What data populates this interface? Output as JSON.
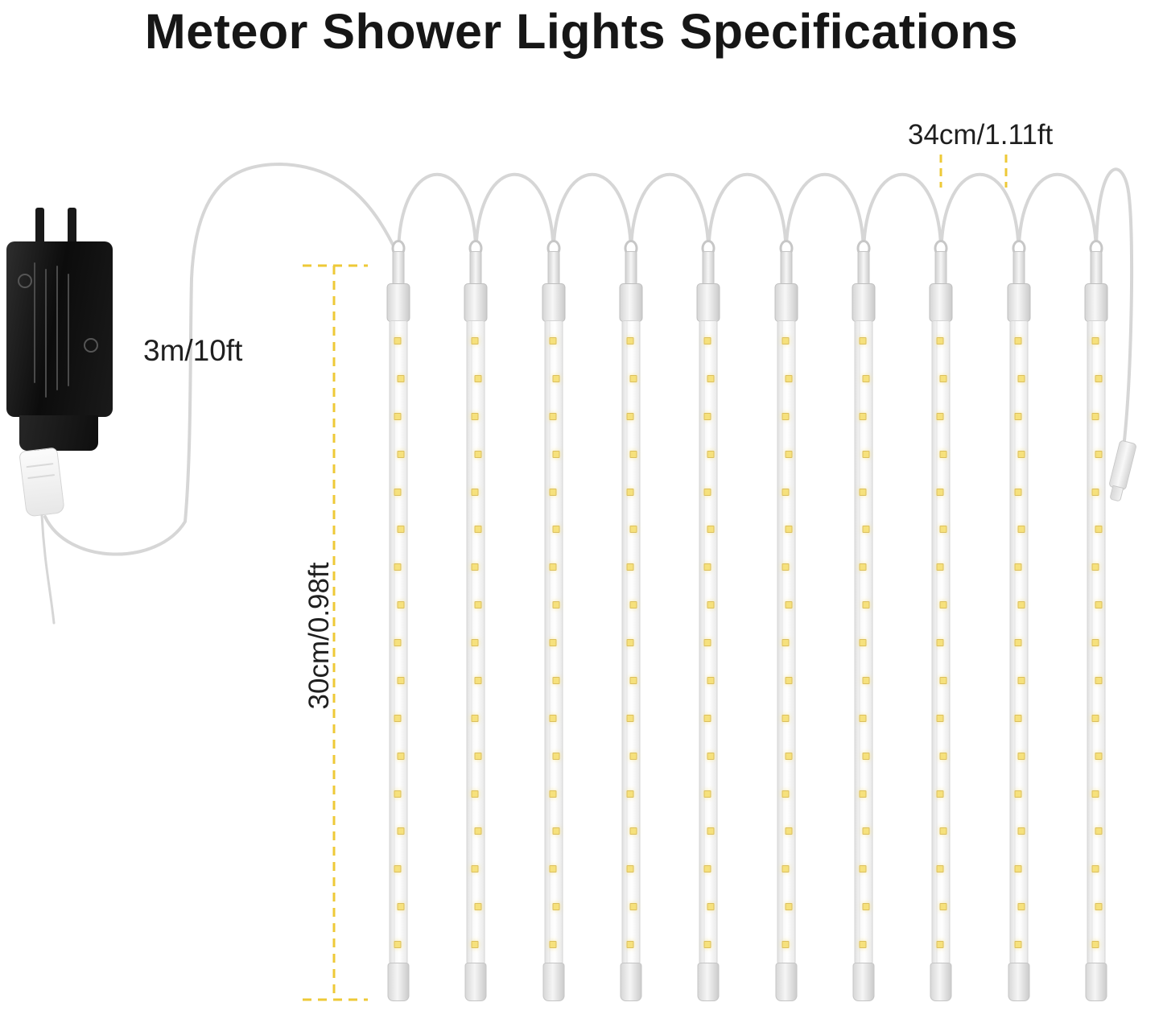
{
  "title": "Meteor Shower Lights Specifications",
  "measurements": {
    "cord_length": "3m/10ft",
    "tube_length": "30cm/0.98ft",
    "tube_spacing": "34cm/1.11ft"
  },
  "diagram": {
    "tube_count": 10,
    "leds_per_tube": 17,
    "colors": {
      "led_fill": "#f6e17c",
      "led_border": "#dcc05e",
      "led_glow": "rgba(250,230,140,0.8)",
      "wire": "#d6d6d6",
      "measure_dash": "#eec937",
      "adapter_body": "#161616"
    }
  }
}
